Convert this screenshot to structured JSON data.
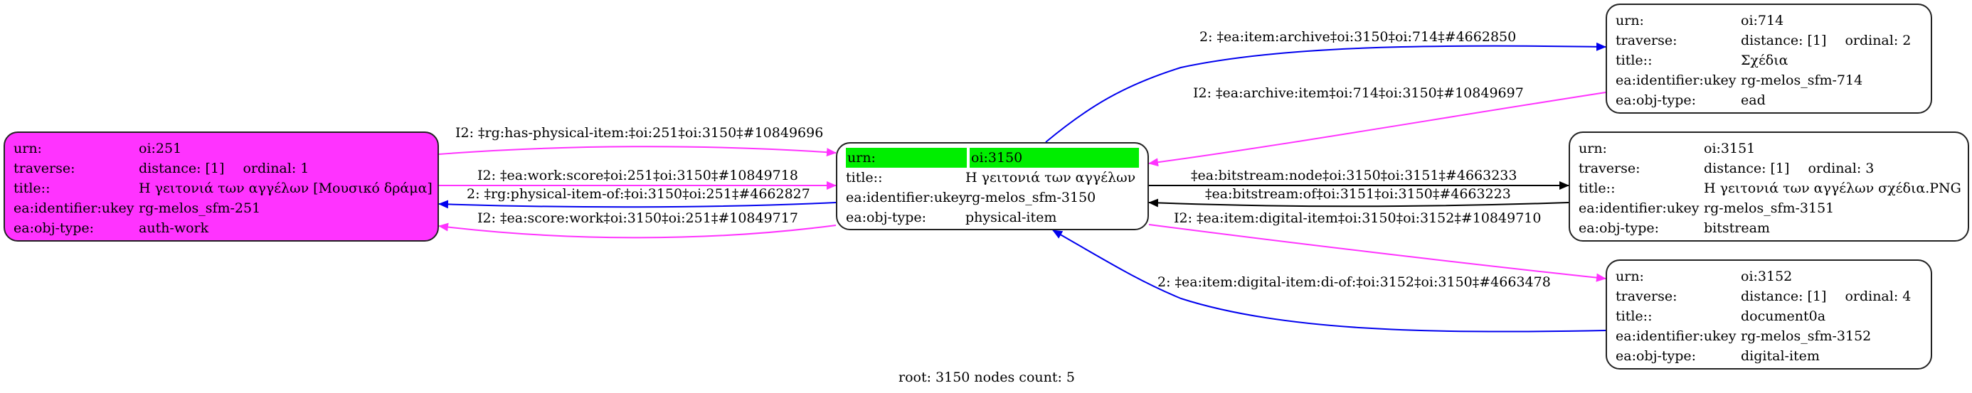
{
  "graph": {
    "footer": "root: 3150 nodes count: 5",
    "colors": {
      "magenta": "#ff33ff",
      "blue": "#0000ee",
      "black": "#000000",
      "highlight": "#00ee00"
    },
    "nodes": {
      "n251": {
        "urn_key": "urn:",
        "urn": "oi:251",
        "traverse_key": "traverse:",
        "distance": "distance: [1]",
        "ordinal": "ordinal: 1",
        "title_key": "title::",
        "title": "Η γειτονιά των αγγέλων [Μουσικό δράμα]",
        "ukey_key": "ea:identifier:ukey",
        "ukey": "rg-melos_sfm-251",
        "type_key": "ea:obj-type:",
        "type": "auth-work",
        "fill": "#ff33ff"
      },
      "n3150": {
        "urn_key": "urn:",
        "urn": "oi:3150",
        "title_key": "title::",
        "title": "Η γειτονιά των αγγέλων",
        "ukey_key": "ea:identifier:ukey",
        "ukey": "rg-melos_sfm-3150",
        "type_key": "ea:obj-type:",
        "type": "physical-item",
        "root": true
      },
      "n714": {
        "urn_key": "urn:",
        "urn": "oi:714",
        "traverse_key": "traverse:",
        "distance": "distance: [1]",
        "ordinal": "ordinal: 2",
        "title_key": "title::",
        "title": "Σχέδια",
        "ukey_key": "ea:identifier:ukey",
        "ukey": "rg-melos_sfm-714",
        "type_key": "ea:obj-type:",
        "type": "ead"
      },
      "n3151": {
        "urn_key": "urn:",
        "urn": "oi:3151",
        "traverse_key": "traverse:",
        "distance": "distance: [1]",
        "ordinal": "ordinal: 3",
        "title_key": "title::",
        "title": "Η γειτονιά των αγγέλων σχέδια.PNG",
        "ukey_key": "ea:identifier:ukey",
        "ukey": "rg-melos_sfm-3151",
        "type_key": "ea:obj-type:",
        "type": "bitstream"
      },
      "n3152": {
        "urn_key": "urn:",
        "urn": "oi:3152",
        "traverse_key": "traverse:",
        "distance": "distance: [1]",
        "ordinal": "ordinal: 4",
        "title_key": "title::",
        "title": "document0a",
        "ukey_key": "ea:identifier:ukey",
        "ukey": "rg-melos_sfm-3152",
        "type_key": "ea:obj-type:",
        "type": "digital-item"
      }
    },
    "edges": [
      {
        "id": "e1",
        "from": "oi:251",
        "to": "oi:3150",
        "color": "magenta",
        "label": "I2: ‡rg:has-physical-item:‡oi:251‡oi:3150‡#10849696"
      },
      {
        "id": "e2",
        "from": "oi:251",
        "to": "oi:3150",
        "color": "magenta",
        "label": "I2: ‡ea:work:score‡oi:251‡oi:3150‡#10849718"
      },
      {
        "id": "e3",
        "from": "oi:3150",
        "to": "oi:251",
        "color": "blue",
        "label": "2: ‡rg:physical-item-of:‡oi:3150‡oi:251‡#4662827"
      },
      {
        "id": "e4",
        "from": "oi:3150",
        "to": "oi:251",
        "color": "magenta",
        "label": "I2: ‡ea:score:work‡oi:3150‡oi:251‡#10849717"
      },
      {
        "id": "e5",
        "from": "oi:3150",
        "to": "oi:714",
        "color": "blue",
        "label": "2: ‡ea:item:archive‡oi:3150‡oi:714‡#4662850"
      },
      {
        "id": "e6",
        "from": "oi:714",
        "to": "oi:3150",
        "color": "magenta",
        "label": "I2: ‡ea:archive:item‡oi:714‡oi:3150‡#10849697"
      },
      {
        "id": "e7",
        "from": "oi:3150",
        "to": "oi:3151",
        "color": "black",
        "label": "‡ea:bitstream:node‡oi:3150‡oi:3151‡#4663233"
      },
      {
        "id": "e8",
        "from": "oi:3151",
        "to": "oi:3150",
        "color": "black",
        "label": "‡ea:bitstream:of‡oi:3151‡oi:3150‡#4663223"
      },
      {
        "id": "e9",
        "from": "oi:3150",
        "to": "oi:3152",
        "color": "magenta",
        "label": "I2: ‡ea:item:digital-item‡oi:3150‡oi:3152‡#10849710"
      },
      {
        "id": "e10",
        "from": "oi:3152",
        "to": "oi:3150",
        "color": "blue",
        "label": "2: ‡ea:item:digital-item:di-of:‡oi:3152‡oi:3150‡#4663478"
      }
    ]
  }
}
